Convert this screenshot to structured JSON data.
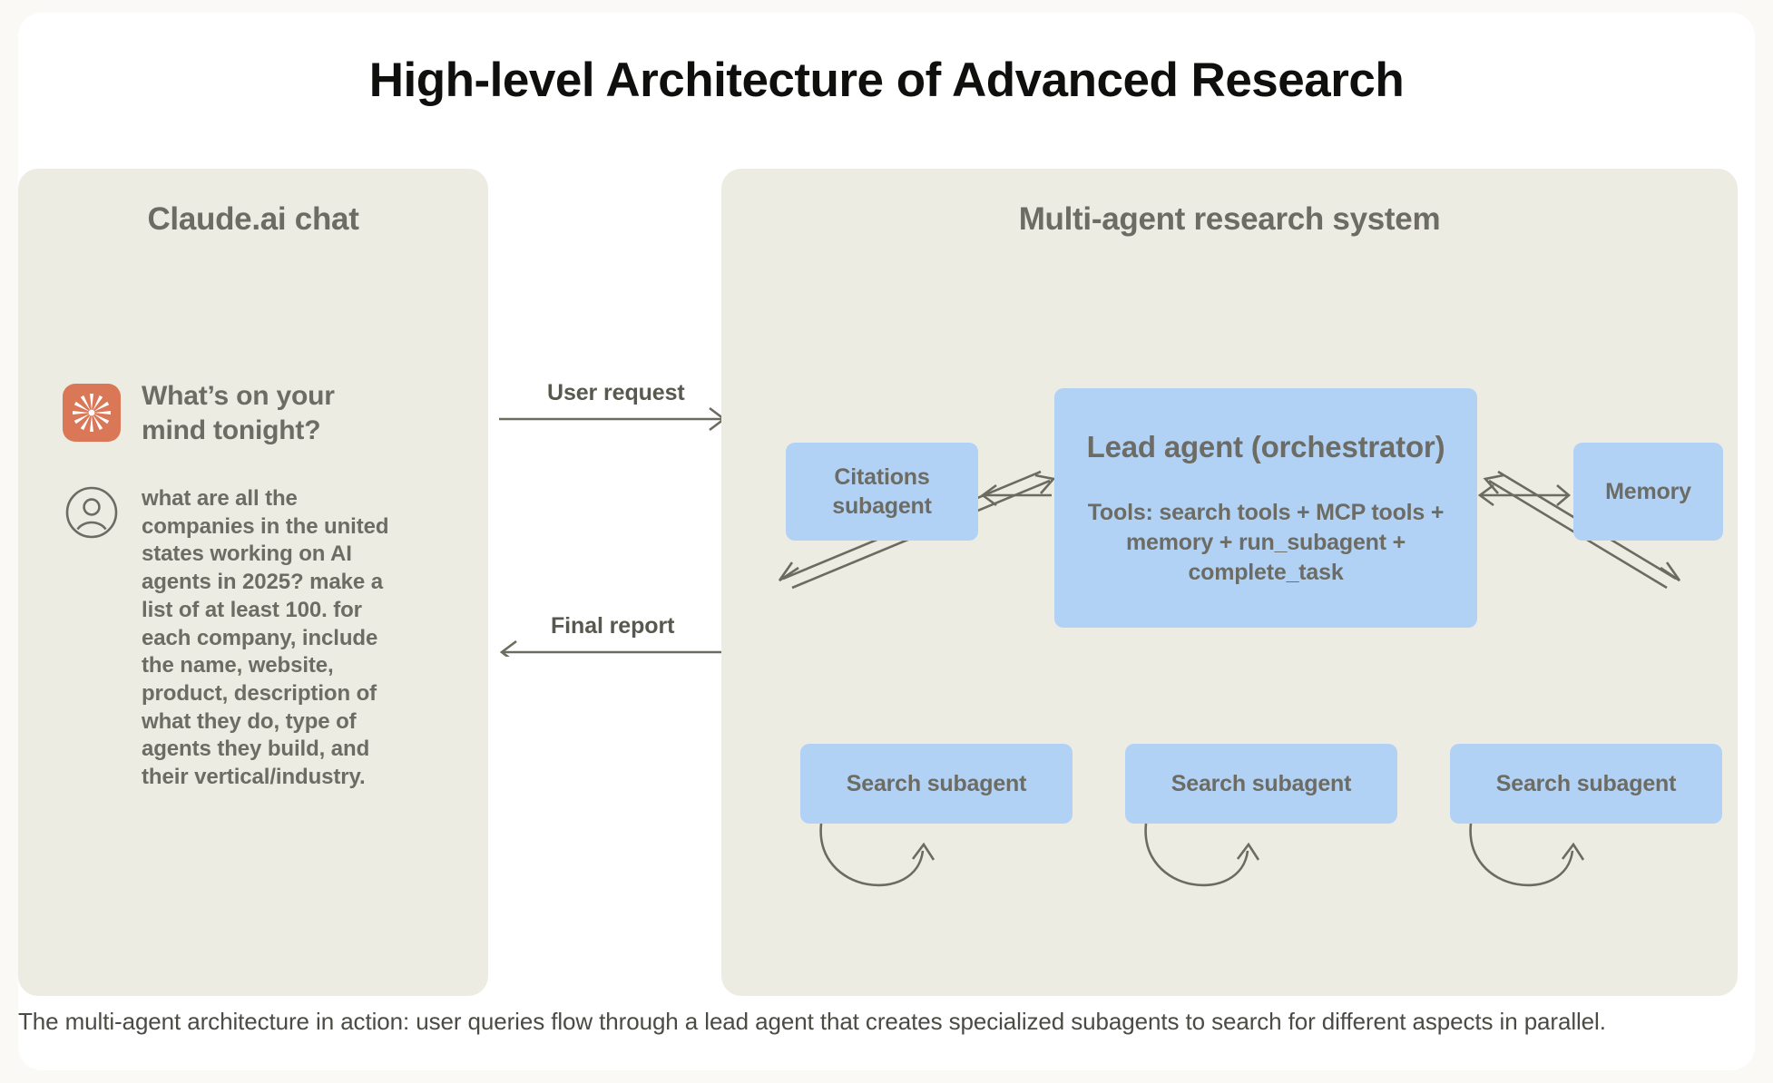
{
  "title": "High-level Architecture of Advanced Research",
  "caption": "The multi-agent architecture in action: user queries flow through a lead agent that creates specialized subagents to search for different aspects in parallel.",
  "colors": {
    "page_background": "#faf9f5",
    "card_background": "#ffffff",
    "panel_background": "#edece3",
    "node_blue": "#b2d2f5",
    "node_text": "#6c6c64",
    "claude_orange": "#d97757",
    "arrow_stroke": "#6b6b60",
    "title_text": "#0f0f0e",
    "caption_text": "#4b4b44"
  },
  "chat_panel": {
    "title": "Claude.ai chat",
    "logo_icon": "claude-starburst-icon",
    "greeting": "What’s on your mind tonight?",
    "avatar_icon": "user-avatar-icon",
    "user_message": "what are all the companies in the united states working on AI agents in 2025? make a list of at least 100. for each company, include the name, website, product, description of what they do, type of agents they build, and their vertical/industry."
  },
  "flow": {
    "user_request_label": "User request",
    "final_report_label": "Final report"
  },
  "system_panel": {
    "title": "Multi-agent research system",
    "lead_agent": {
      "name": "Lead agent (orchestrator)",
      "tools": "Tools: search tools + MCP tools + memory + run_subagent + complete_task"
    },
    "citations_subagent": "Citations subagent",
    "memory": "Memory",
    "search_subagents": [
      "Search subagent",
      "Search subagent",
      "Search subagent"
    ]
  }
}
